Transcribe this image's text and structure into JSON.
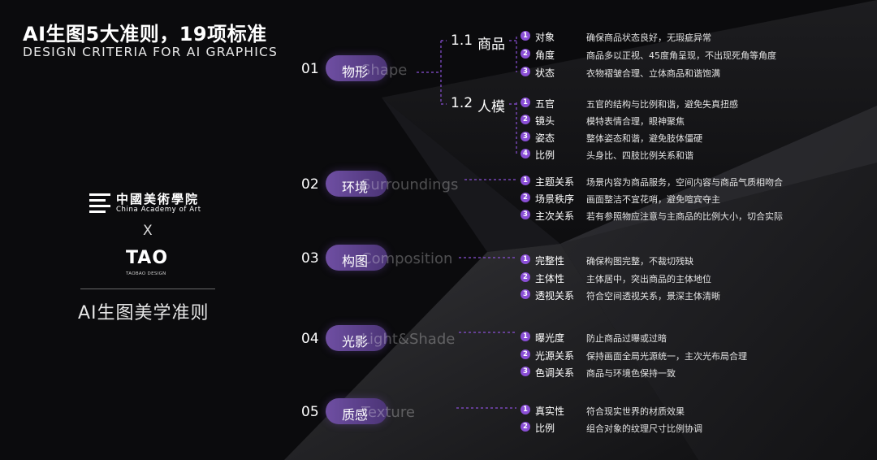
{
  "header": {
    "title": "AI生图5大准则，19项标准",
    "subtitle": "DESIGN CRITERIA FOR AI GRAPHICS"
  },
  "branding": {
    "caa_cn": "中國美術學院",
    "caa_en": "China Academy of Art",
    "times": "X",
    "tao_word": "TAO",
    "tao_small": "TAOBAO DESIGN",
    "aesthetic": "AI生图美学准则"
  },
  "criteria": [
    {
      "num": "01",
      "label": "物形",
      "ghost": "Shape",
      "groups": [
        {
          "num": "1.1",
          "name": "商品",
          "items": [
            {
              "idx": "1",
              "name": "对象",
              "desc": "确保商品状态良好，无瑕疵异常"
            },
            {
              "idx": "2",
              "name": "角度",
              "desc": "商品多以正视、45度角呈现，不出现死角等角度"
            },
            {
              "idx": "3",
              "name": "状态",
              "desc": "衣物褶皱合理、立体商品和谐饱满"
            }
          ]
        },
        {
          "num": "1.2",
          "name": "人模",
          "items": [
            {
              "idx": "1",
              "name": "五官",
              "desc": "五官的结构与比例和谐，避免失真扭感"
            },
            {
              "idx": "2",
              "name": "镜头",
              "desc": "模特表情合理，眼神聚焦"
            },
            {
              "idx": "3",
              "name": "姿态",
              "desc": "整体姿态和谐，避免肢体僵硬"
            },
            {
              "idx": "4",
              "name": "比例",
              "desc": "头身比、四肢比例关系和谐"
            }
          ]
        }
      ]
    },
    {
      "num": "02",
      "label": "环境",
      "ghost": "Surroundings",
      "items": [
        {
          "idx": "1",
          "name": "主题关系",
          "desc": "场景内容为商品服务，空间内容与商品气质相吻合"
        },
        {
          "idx": "2",
          "name": "场景秩序",
          "desc": "画面整洁不宜花哨，避免喧宾夺主"
        },
        {
          "idx": "3",
          "name": "主次关系",
          "desc": "若有参照物应注意与主商品的比例大小，切合实际"
        }
      ]
    },
    {
      "num": "03",
      "label": "构图",
      "ghost": "Composition",
      "items": [
        {
          "idx": "1",
          "name": "完整性",
          "desc": "确保构图完整，不裁切残缺"
        },
        {
          "idx": "2",
          "name": "主体性",
          "desc": "主体居中，突出商品的主体地位"
        },
        {
          "idx": "3",
          "name": "透视关系",
          "desc": "符合空间透视关系，景深主体清晰"
        }
      ]
    },
    {
      "num": "04",
      "label": "光影",
      "ghost": "Light&Shade",
      "items": [
        {
          "idx": "1",
          "name": "曝光度",
          "desc": "防止商品过曝或过暗"
        },
        {
          "idx": "2",
          "name": "光源关系",
          "desc": "保持画面全局光源统一，主次光布局合理"
        },
        {
          "idx": "3",
          "name": "色调关系",
          "desc": "商品与环境色保持一致"
        }
      ]
    },
    {
      "num": "05",
      "label": "质感",
      "ghost": "Texture",
      "items": [
        {
          "idx": "1",
          "name": "真实性",
          "desc": "符合现实世界的材质效果"
        },
        {
          "idx": "2",
          "name": "比例",
          "desc": "组合对象的纹理尺寸比例协调"
        }
      ]
    }
  ],
  "colors": {
    "accent": "#8a4fd6",
    "pill": "#6f4fa3",
    "background": "#0b0b0d"
  }
}
